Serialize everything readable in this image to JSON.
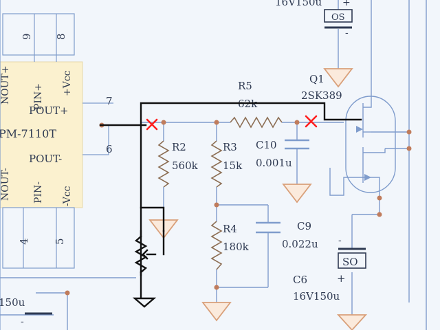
{
  "schematic": {
    "chip": {
      "part": "PM-7110T",
      "pins": {
        "top_left": "9",
        "top_right": "8",
        "right_upper": "7",
        "right_lower": "6",
        "bottom_left": "4",
        "bottom_right": "5"
      },
      "signals": {
        "nout": "NOUT+",
        "pin_plus": "PIN+",
        "vcc_plus": "+Vcc",
        "pout_plus": "POUT+",
        "pout_minus": "POUT-",
        "pin_minus": "PIN-",
        "vcc_minus": "-Vcc",
        "nout_minus": "NOUT-"
      }
    },
    "components": {
      "r2": {
        "name": "R2",
        "value": "560k"
      },
      "r3": {
        "name": "R3",
        "value": "15k"
      },
      "r4": {
        "name": "R4",
        "value": "180k"
      },
      "r5": {
        "name": "R5",
        "value": "62k"
      },
      "c6": {
        "name": "C6",
        "value": "16V150u"
      },
      "c9": {
        "name": "C9",
        "value": "0.022u"
      },
      "c10": {
        "name": "C10",
        "value": "0.001u"
      },
      "q1": {
        "name": "Q1",
        "value": "2SK389"
      },
      "cap_top": {
        "value": "16V150u",
        "label": "OS"
      },
      "cap_bottom": {
        "label": "SO"
      },
      "cap_left": {
        "value": "150u"
      }
    },
    "polarity": {
      "plus": "+",
      "minus": "-"
    }
  },
  "colors": {
    "paper": "#f2f6fb",
    "chip_fill": "#fbf1cf",
    "wire": "#7f9ccc",
    "ink": "#2f3a52",
    "ground": "#d9a07a",
    "junction": "#c07c5c",
    "modification": "#111111",
    "cut_mark": "#ff1f1f"
  }
}
